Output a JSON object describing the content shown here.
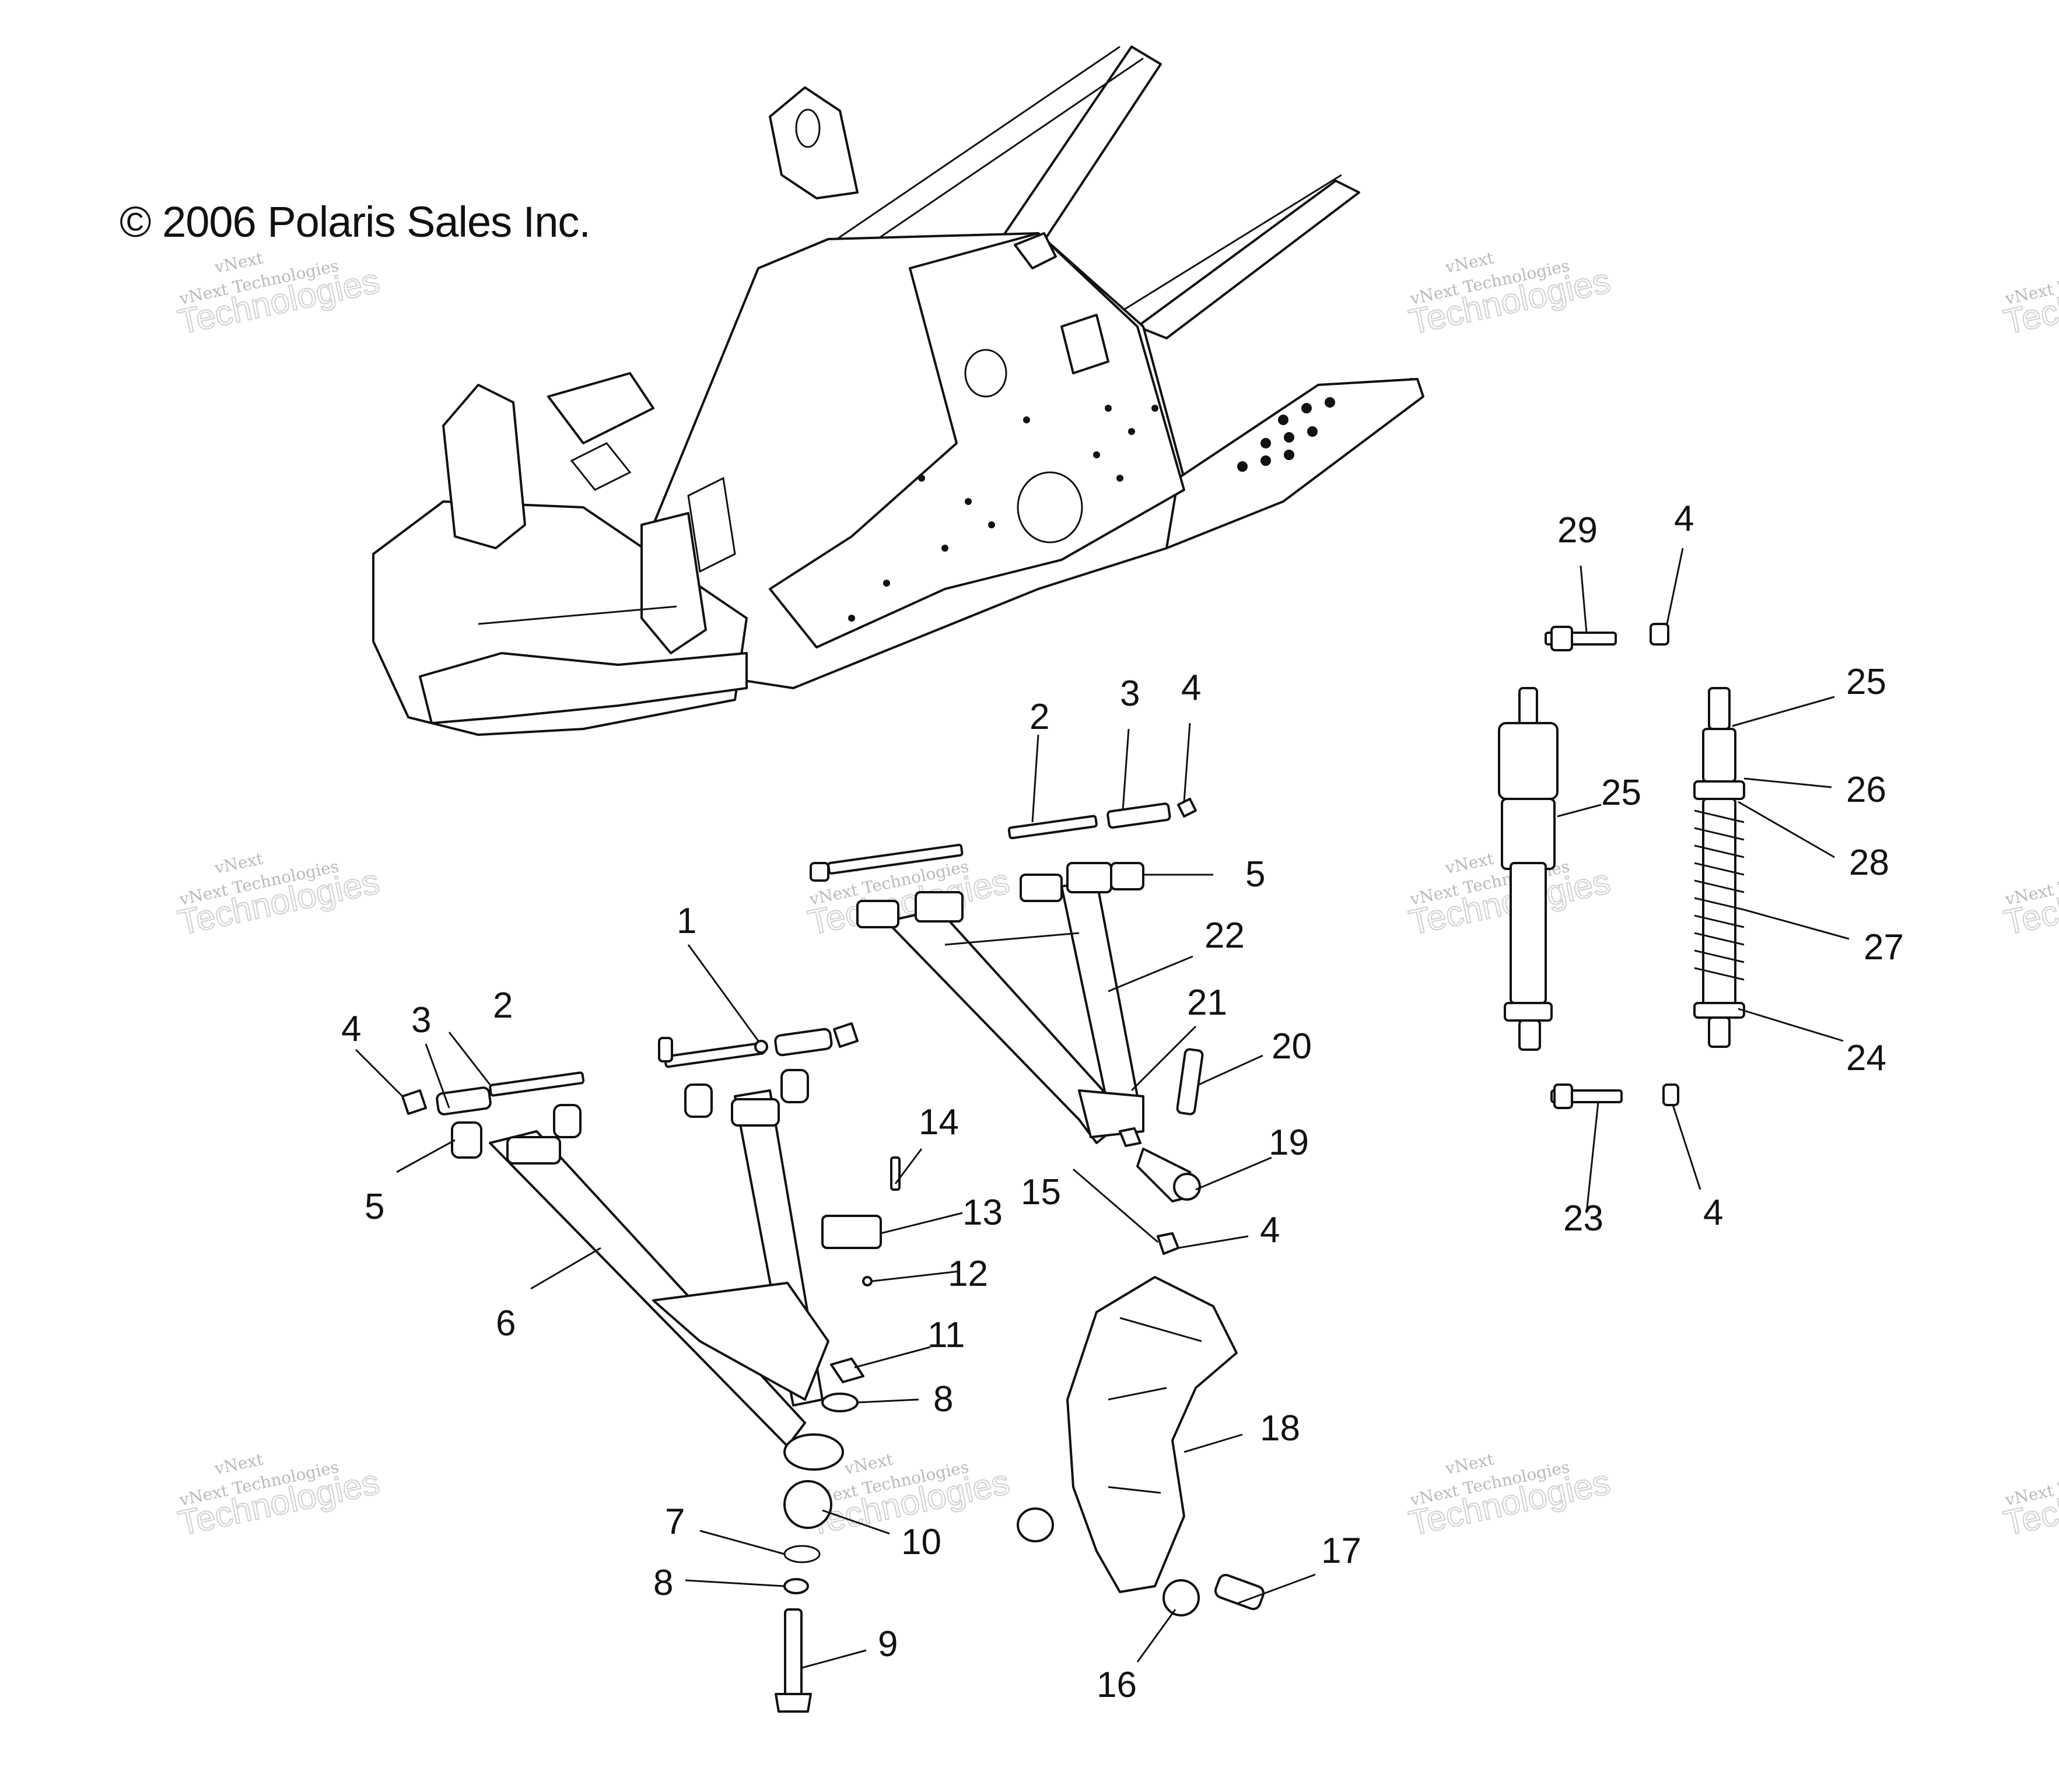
{
  "copyright": "© 2006 Polaris Sales Inc.",
  "watermark": {
    "line1": "vNext",
    "line2": "vNext Technologies",
    "line3": "Technologies"
  },
  "callouts": [
    {
      "id": "c1",
      "label": "1"
    },
    {
      "id": "c2a",
      "label": "2"
    },
    {
      "id": "c2b",
      "label": "2"
    },
    {
      "id": "c3a",
      "label": "3"
    },
    {
      "id": "c3b",
      "label": "3"
    },
    {
      "id": "c4a",
      "label": "4"
    },
    {
      "id": "c4b",
      "label": "4"
    },
    {
      "id": "c4c",
      "label": "4"
    },
    {
      "id": "c4d",
      "label": "4"
    },
    {
      "id": "c4e",
      "label": "4"
    },
    {
      "id": "c5a",
      "label": "5"
    },
    {
      "id": "c5b",
      "label": "5"
    },
    {
      "id": "c6",
      "label": "6"
    },
    {
      "id": "c7",
      "label": "7"
    },
    {
      "id": "c8a",
      "label": "8"
    },
    {
      "id": "c8b",
      "label": "8"
    },
    {
      "id": "c9",
      "label": "9"
    },
    {
      "id": "c10",
      "label": "10"
    },
    {
      "id": "c11",
      "label": "11"
    },
    {
      "id": "c12",
      "label": "12"
    },
    {
      "id": "c13",
      "label": "13"
    },
    {
      "id": "c14",
      "label": "14"
    },
    {
      "id": "c15",
      "label": "15"
    },
    {
      "id": "c16",
      "label": "16"
    },
    {
      "id": "c17",
      "label": "17"
    },
    {
      "id": "c18",
      "label": "18"
    },
    {
      "id": "c19",
      "label": "19"
    },
    {
      "id": "c20",
      "label": "20"
    },
    {
      "id": "c21",
      "label": "21"
    },
    {
      "id": "c22",
      "label": "22"
    },
    {
      "id": "c23",
      "label": "23"
    },
    {
      "id": "c24",
      "label": "24"
    },
    {
      "id": "c25a",
      "label": "25"
    },
    {
      "id": "c25b",
      "label": "25"
    },
    {
      "id": "c26",
      "label": "26"
    },
    {
      "id": "c27",
      "label": "27"
    },
    {
      "id": "c28",
      "label": "28"
    },
    {
      "id": "c29",
      "label": "29"
    }
  ]
}
